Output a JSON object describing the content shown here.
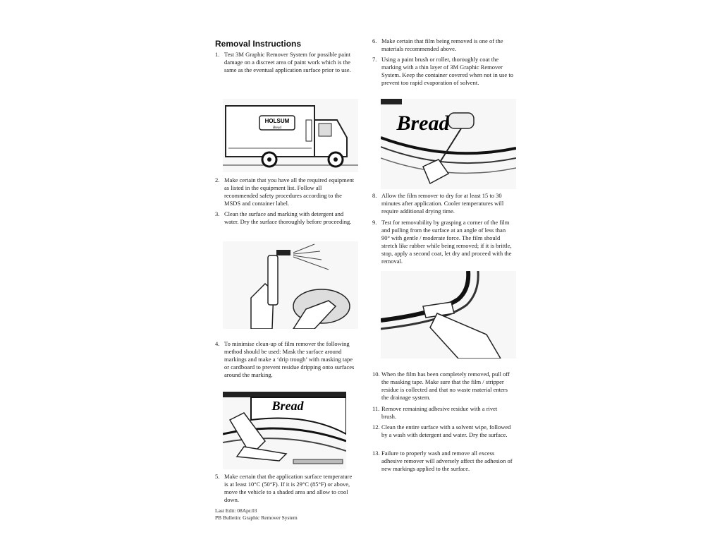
{
  "document": {
    "title": "Removal Instructions",
    "steps": [
      {
        "num": "1.",
        "text": "Test 3M Graphic Remover System for possible paint damage on a discreet area of paint work which is the same as the eventual application surface prior to use."
      },
      {
        "num": "2.",
        "text": "Make certain that you have all the required equipment as listed in the equipment list. Follow all recommended safety procedures according to the MSDS and container label."
      },
      {
        "num": "3.",
        "text": "Clean the surface and marking with detergent and water. Dry the surface thoroughly before proceeding."
      },
      {
        "num": "4.",
        "text": "To minimise clean-up of film remover the following method should be used: Mask the surface around markings and make a ‘drip trough’ with masking tape or cardboard to prevent residue dripping onto surfaces around the marking."
      },
      {
        "num": "5.",
        "text": "Make certain that the application surface temperature is at least 10°C (50°F). If it is 29°C (85°F) or above, move the vehicle to a shaded area and allow to cool down."
      },
      {
        "num": "6.",
        "text": "Make certain that film being removed is one of the materials recommended above."
      },
      {
        "num": "7.",
        "text": "Using a paint brush or roller, thoroughly coat the marking with a thin layer of 3M Graphic Remover System. Keep the container covered when not in use to prevent too rapid evaporation of solvent."
      },
      {
        "num": "8.",
        "text": "Allow the film remover to dry for at least 15 to 30 minutes after application. Cooler temperatures will require additional drying time."
      },
      {
        "num": "9.",
        "text": "Test for removability by grasping a corner of the film and pulling from the surface at an angle of less than 90° with gentle / moderate force. The film should stretch like rubber while being removed; if it is brittle, stop, apply a second coat, let dry and proceed with the removal."
      },
      {
        "num": "10.",
        "text": "When the film has been completely removed, pull off the masking tape. Make sure that the film / stripper residue is collected and that no waste material enters the drainage system."
      },
      {
        "num": "11.",
        "text": "Remove remaining adhesive residue with a rivet brush."
      },
      {
        "num": "12.",
        "text": "Clean the entire surface with a solvent wipe, followed by a wash with detergent and water. Dry the surface."
      },
      {
        "num": "13.",
        "text": "Failure to properly wash and remove all excess adhesive remover will adversely affect the adhesion of new markings applied to the surface."
      }
    ],
    "illustrations": {
      "truck_logo": "HOLSUM",
      "truck_sub": "Bread",
      "roller_word": "Bread",
      "drip_word": "Bread"
    },
    "footer": {
      "line1": "Last Edit: 08Apr.03",
      "line2": "PB Bulletin: Graphic Remover System"
    }
  }
}
